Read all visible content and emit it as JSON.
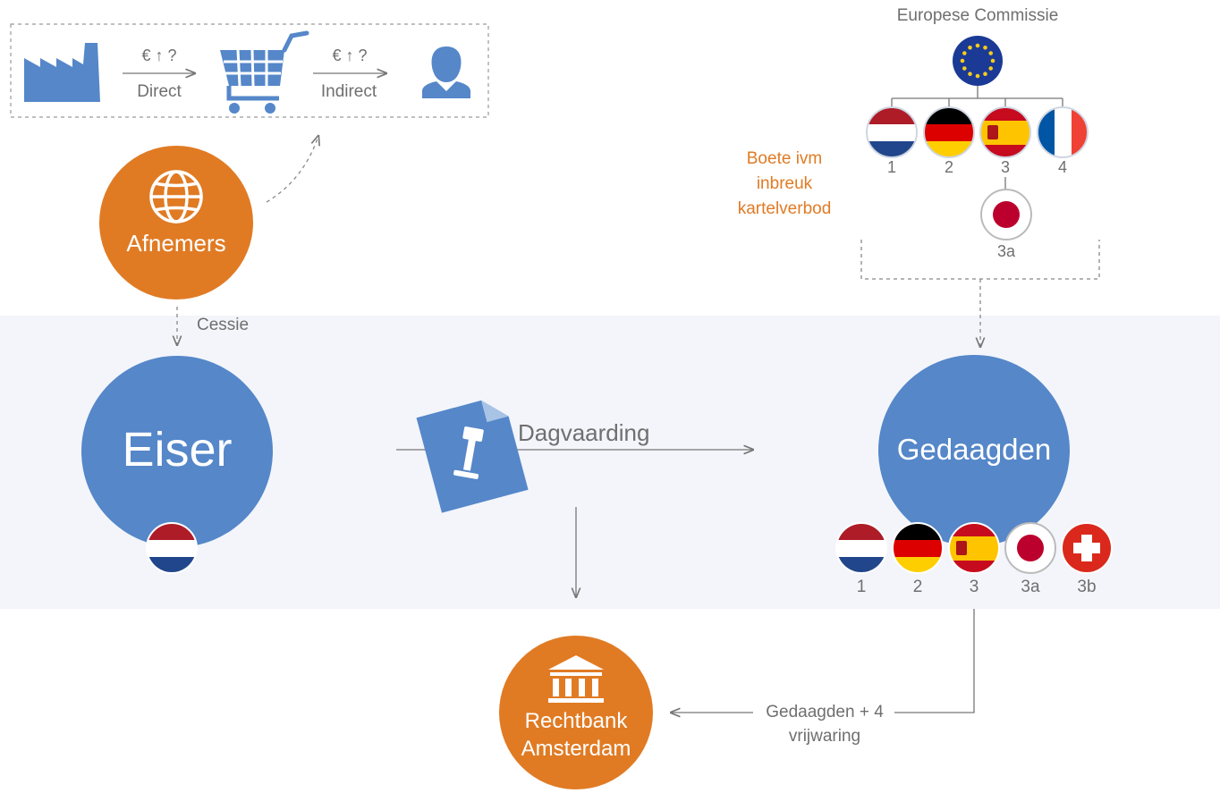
{
  "supply_chain": {
    "arrow1_top": "€ ↑ ?",
    "arrow1_label": "Direct",
    "arrow2_top": "€ ↑ ?",
    "arrow2_label": "Indirect",
    "icons": [
      "factory-icon",
      "shopping-cart-icon",
      "person-icon"
    ]
  },
  "afnemers": {
    "label": "Afnemers",
    "icon": "globe-icon"
  },
  "cessie_label": "Cessie",
  "eiser": {
    "label": "Eiser",
    "flag": "nl"
  },
  "dagvaarding": {
    "label": "Dagvaarding",
    "icon": "gavel-document-icon"
  },
  "gedaagden": {
    "label": "Gedaagden",
    "defendants": [
      {
        "flag": "nl",
        "label": "1"
      },
      {
        "flag": "de",
        "label": "2"
      },
      {
        "flag": "es",
        "label": "3"
      },
      {
        "flag": "jp",
        "label": "3a"
      },
      {
        "flag": "ch",
        "label": "3b"
      }
    ]
  },
  "commission": {
    "title": "Europese Commissie",
    "members": [
      {
        "flag": "nl",
        "label": "1"
      },
      {
        "flag": "de",
        "label": "2"
      },
      {
        "flag": "es",
        "label": "3"
      },
      {
        "flag": "fr",
        "label": "4"
      }
    ],
    "sub_member": {
      "flag": "jp",
      "label": "3a"
    },
    "fine_line1": "Boete ivm",
    "fine_line2": "inbreuk",
    "fine_line3": "kartelverbod"
  },
  "court": {
    "line1": "Rechtbank",
    "line2": "Amsterdam",
    "icon": "courthouse-icon"
  },
  "vrijwaring": {
    "line1": "Gedaagden + 4",
    "line2": "vrijwaring"
  },
  "colors": {
    "blue": "#5587c9",
    "orange": "#e07b24",
    "band": "#f3f5fa",
    "arrow": "#777777"
  }
}
